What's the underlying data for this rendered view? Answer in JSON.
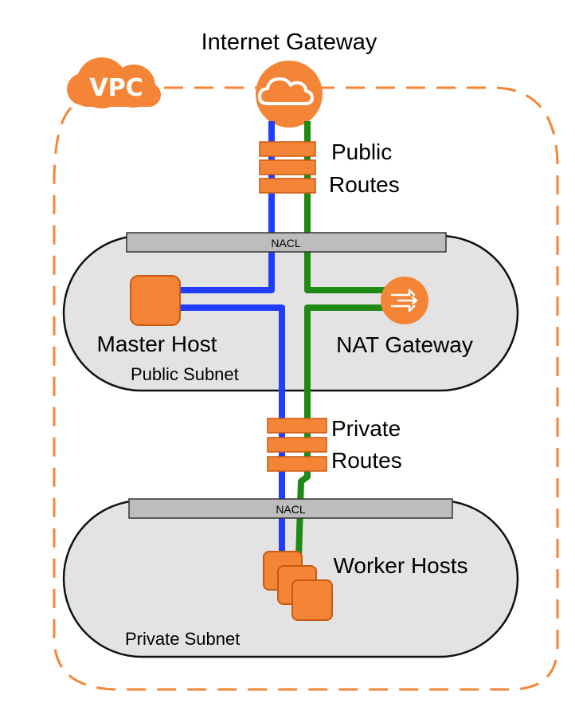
{
  "diagram": {
    "vpc_label": "VPC",
    "internet_gateway_label": "Internet Gateway",
    "public_routes": [
      "Public",
      "Routes"
    ],
    "private_routes": [
      "Private",
      "Routes"
    ],
    "nacl_public_label": "NACL",
    "nacl_private_label": "NACL",
    "master_host_label": "Master Host",
    "nat_gateway_label": "NAT Gateway",
    "public_subnet_label": "Public Subnet",
    "worker_hosts_label": "Worker Hosts",
    "private_subnet_label": "Private Subnet"
  },
  "colors": {
    "aws_orange": "#f58536",
    "blue_route": "#1f3cff",
    "green_route": "#1e8a14",
    "subnet_fill": "#e3e3e3",
    "nacl_fill": "#bdbdbd"
  }
}
